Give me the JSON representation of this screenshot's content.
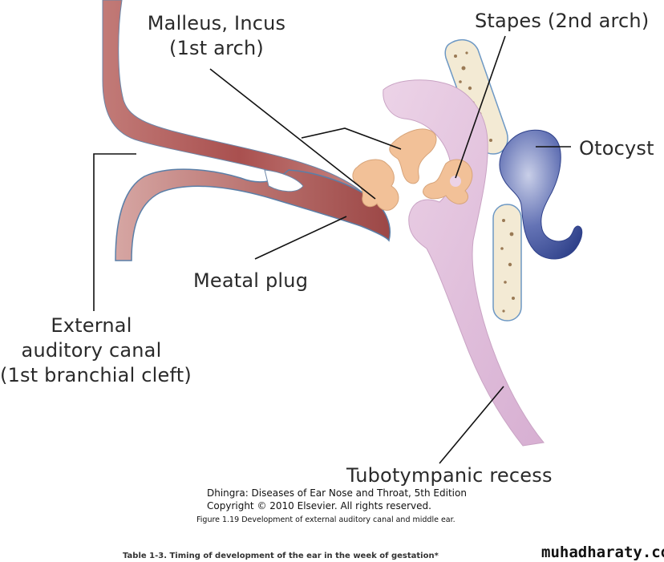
{
  "labels": {
    "malleus_incus_line1": "Malleus, Incus",
    "malleus_incus_line2": "(1st arch)",
    "stapes": "Stapes (2nd arch)",
    "otocyst": "Otocyst",
    "meatal_plug": "Meatal plug",
    "external_line1": "External",
    "external_line2": "auditory canal",
    "external_line3": "(1st branchial cleft)",
    "tubotympanic": "Tubotympanic recess"
  },
  "credits": {
    "source": "Dhingra: Diseases of Ear Nose and Throat, 5th Edition",
    "copyright": "Copyright © 2010 Elsevier. All rights reserved.",
    "figure_caption": "Figure 1.19 Development of external auditory canal and middle ear."
  },
  "table_caption": "Table 1-3. Timing of development of the ear in the week of gestation*",
  "watermark": "muhadharaty.com",
  "colors": {
    "canal": "#b2605e",
    "canal_outline": "#5a7fa8",
    "ossicles": "#f2c198",
    "tubotympanic": "#e3c3de",
    "otocyst": "#3b4f9a",
    "cartilage": "#f5ecd8"
  }
}
